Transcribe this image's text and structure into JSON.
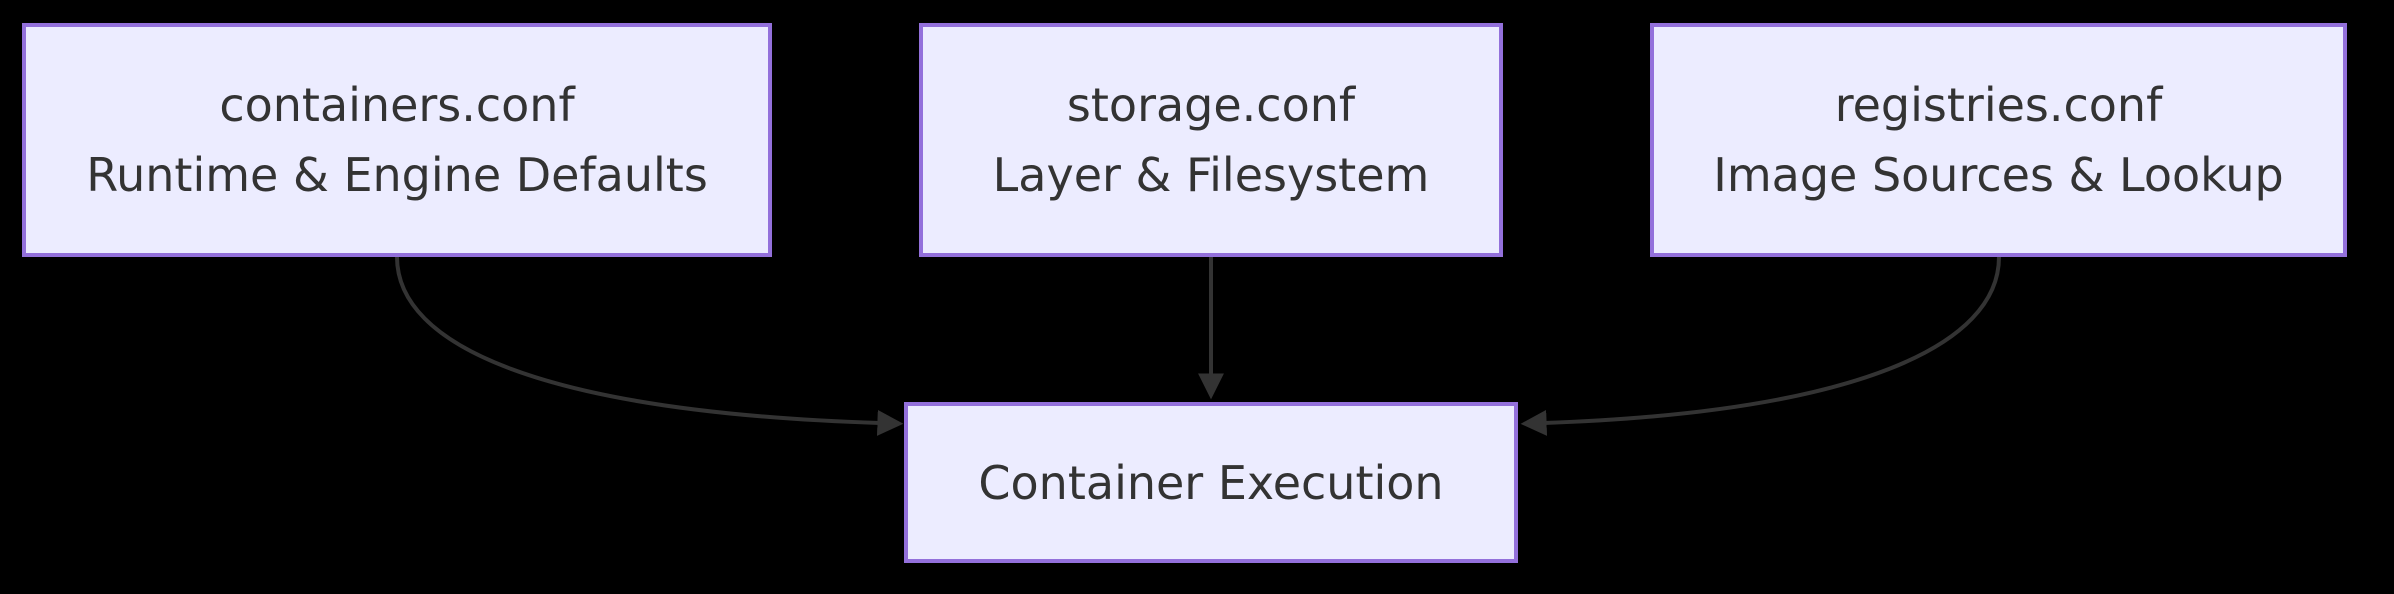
{
  "diagram": {
    "type": "flowchart",
    "colors": {
      "background": "#000000",
      "node_fill": "#ECECFF",
      "node_border": "#9370DB",
      "edge": "#333333",
      "text": "#333333"
    },
    "nodes": {
      "containers": {
        "line1": "containers.conf",
        "line2": "Runtime & Engine Defaults"
      },
      "storage": {
        "line1": "storage.conf",
        "line2": "Layer & Filesystem"
      },
      "registries": {
        "line1": "registries.conf",
        "line2": "Image Sources & Lookup"
      },
      "execution": {
        "label": "Container Execution"
      }
    },
    "edges": [
      {
        "from": "containers.conf",
        "to": "Container Execution"
      },
      {
        "from": "storage.conf",
        "to": "Container Execution"
      },
      {
        "from": "registries.conf",
        "to": "Container Execution"
      }
    ]
  }
}
